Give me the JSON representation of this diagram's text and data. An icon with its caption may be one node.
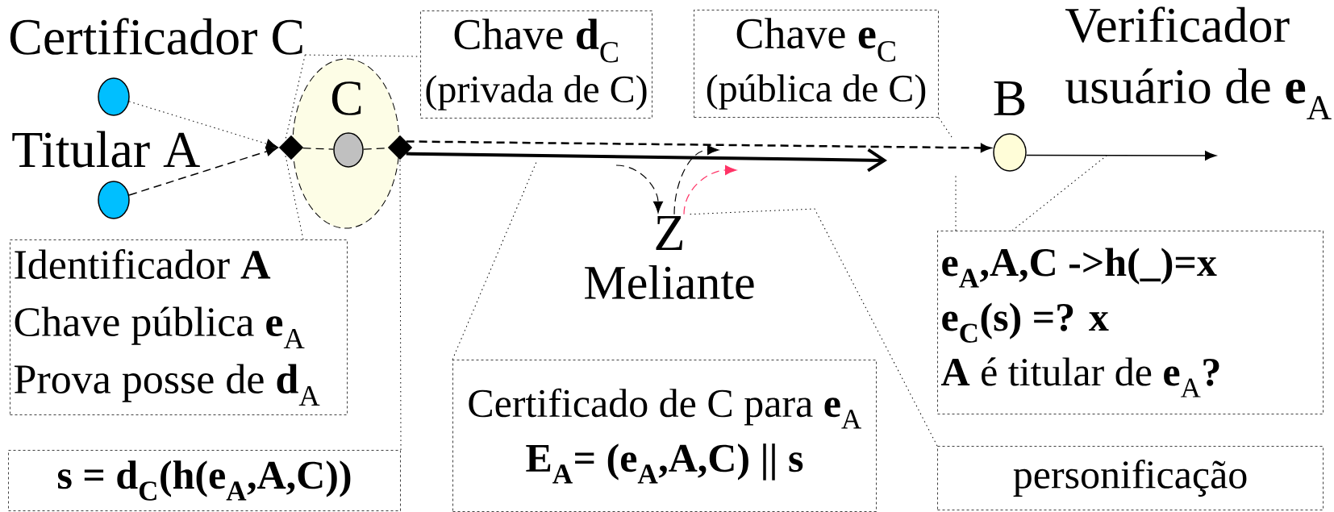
{
  "diagram": {
    "nodes": [
      {
        "text": [
          "Certificador C"
        ]
      },
      {
        "text": [],
        "shape": "circle"
      },
      {
        "text": [],
        "shape": "circle"
      },
      {
        "text": [
          "C"
        ]
      },
      {
        "text": [],
        "shape": "circle",
        "in": 3
      },
      {
        "text": [],
        "shape": "diamond"
      },
      {
        "text": [],
        "shape": "diamond"
      },
      {
        "text": [
          "Chave **d**$_{C}$",
          "(privada de C)"
        ]
      },
      {
        "text": [
          "Chave **e**$_{C}$",
          "(pública de C)"
        ]
      },
      {
        "text": [
          "B"
        ],
        "beside": [
          "Verificador usuário de **e**$_{A}$"
        ]
      },
      {
        "text": [
          "Z"
        ],
        "beside": [
          "Meliante"
        ]
      },
      {
        "text": [
          "Identificador **A**",
          "Chave pública **e**$_{A}$",
          "Prova posse de **d**$_{A}$"
        ]
      },
      {
        "text": [
          "Certificado de C para **e**$_{A}$",
          "E$_{A}$= (e$_{A}$,A,C) || s"
        ]
      },
      {
        "text": [
          "e$_{A}$,A,C ->h(_)=x",
          "e$_{C}$(s) =? x",
          "**A** é titular de **e**$_{A}$**?**"
        ]
      },
      {
        "text": [
          "s = d$_{C}$(h(e$_{A}$,A,C))"
        ]
      },
      {
        "text": [
          "personificação"
        ]
      }
    ],
    "edges": [
      {
        "from": 1,
        "to": 5,
        "arrow": "to",
        "style": "dashed"
      },
      {
        "from": 2,
        "to": 5,
        "arrow": "to",
        "style": "dashed"
      },
      {
        "from": 5,
        "to": 4,
        "arrow": "none",
        "style": "dashed"
      },
      {
        "from": 4,
        "to": 6,
        "arrow": "none",
        "style": "dashed"
      },
      {
        "from": 6,
        "to": 9,
        "arrow": "to",
        "style": "dashed"
      },
      {
        "from": 6,
        "to": null,
        "arrow": "to",
        "style": "thick"
      },
      {
        "from": null,
        "to": 10,
        "arrow": "to",
        "style": "dashed"
      },
      {
        "from": 10,
        "to": null,
        "arrow": "to",
        "style": "dashed"
      },
      {
        "from": 10,
        "to": null,
        "arrow": "to",
        "style": "dashed",
        "color": "#ff3366"
      },
      {
        "from": 9,
        "to": null,
        "arrow": "to"
      },
      {
        "from": 0,
        "to": 7,
        "arrow": "none",
        "style": "dashed"
      },
      {
        "from": 0,
        "to": 5,
        "arrow": "none",
        "style": "dashed"
      },
      {
        "from": 11,
        "to": 5,
        "arrow": "none",
        "style": "dashed"
      },
      {
        "from": 14,
        "to": 6,
        "arrow": "none",
        "style": "dashed"
      },
      {
        "from": 8,
        "to": null,
        "arrow": "none",
        "style": "dashed"
      },
      {
        "from": 12,
        "to": null,
        "arrow": "none",
        "style": "dashed"
      },
      {
        "from": 13,
        "to": null,
        "arrow": "none",
        "style": "dashed"
      },
      {
        "from": 13,
        "to": null,
        "arrow": "none",
        "style": "dashed"
      },
      {
        "from": 15,
        "to": 10,
        "arrow": "none",
        "style": "dashed"
      }
    ],
    "labels": [
      "Titular A"
    ]
  }
}
